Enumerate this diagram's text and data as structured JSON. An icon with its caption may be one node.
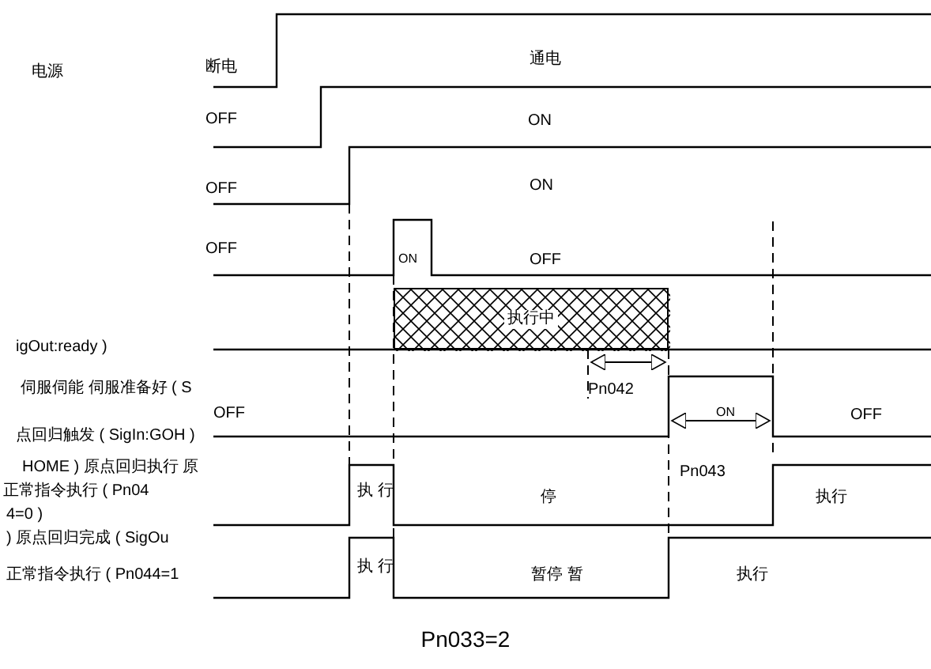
{
  "diagram": {
    "caption": "Pn033=2",
    "nodes": [
      {
        "text": [
          "执行中"
        ]
      }
    ],
    "labels": [
      "电源",
      "断电",
      "通电",
      "OFF",
      "ON",
      "OFF",
      "ON",
      "OFF",
      "ON",
      "OFF",
      "igOut:ready )",
      "伺服伺能 伺服准备好 ( S",
      "OFF",
      "Pn042",
      "点回归触发 ( SigIn:GOH )",
      "ON",
      "OFF",
      "Pn043",
      "HOME ) 原点回归执行 原",
      "正常指令执行 ( Pn04",
      "执 行",
      "停",
      "执行",
      "4=0 )",
      ") 原点回归完成 ( SigOu",
      "执 行",
      "正常指令执行 ( Pn044=1",
      "暂停 暂",
      "执行"
    ]
  }
}
